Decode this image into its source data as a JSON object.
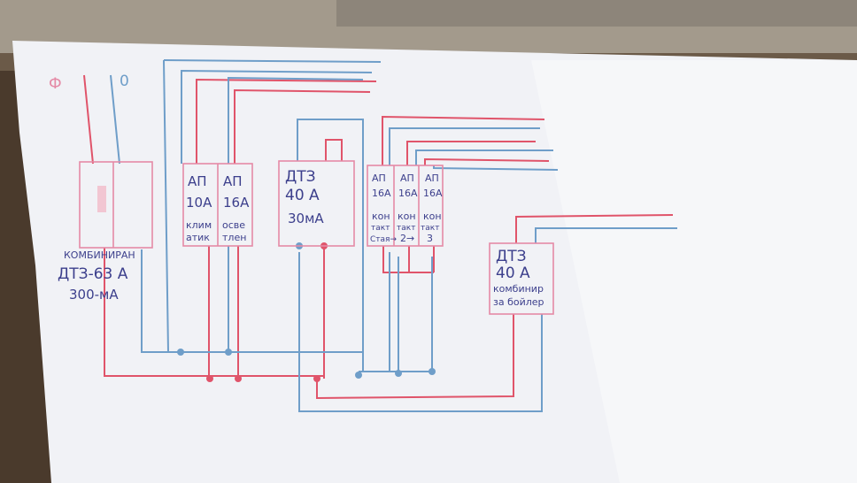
{
  "top_labels": {
    "phase": "Ф",
    "neutral": "0"
  },
  "main_breaker": {
    "line1": "КОМБИНИРАН",
    "line2": "ДТЗ-63 А",
    "line3": "300-мА"
  },
  "breaker_ac": {
    "type": "АП",
    "rating": "10А",
    "line1": "клим",
    "line2": "атик"
  },
  "breaker_light": {
    "type": "АП",
    "rating": "16А",
    "line1": "осве",
    "line2": "тлен"
  },
  "rcd_40": {
    "type": "ДТЗ",
    "rating": "40 А",
    "sensitivity": "30мА"
  },
  "socket_breakers": [
    {
      "type": "АП",
      "rating": "16А",
      "line1": "кон",
      "line2": "такт",
      "line3": "Стая→"
    },
    {
      "type": "АП",
      "rating": "16А",
      "line1": "кон",
      "line2": "такт",
      "line3": "2→"
    },
    {
      "type": "АП",
      "rating": "16А",
      "line1": "кон",
      "line2": "такт",
      "line3": "3"
    }
  ],
  "boiler_rcd": {
    "type": "ДТЗ",
    "rating": "40 А",
    "line1": "комбинир",
    "line2": "за бойлер"
  },
  "colors": {
    "phase": "#e0546a",
    "neutral": "#6f9ec9",
    "ink": "#3c3f8c"
  }
}
